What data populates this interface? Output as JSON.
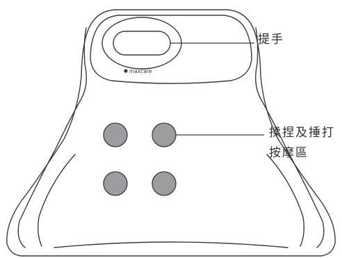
{
  "brand": {
    "logo_text": "maxcare"
  },
  "callouts": {
    "handle": "提手",
    "massage_line1": "揉捏及捶打",
    "massage_line2": "按摩區"
  },
  "colors": {
    "outline": "#3a3a3a",
    "node_fill": "#9d9d9f",
    "text": "#2f2f2f",
    "background": "#ffffff"
  }
}
